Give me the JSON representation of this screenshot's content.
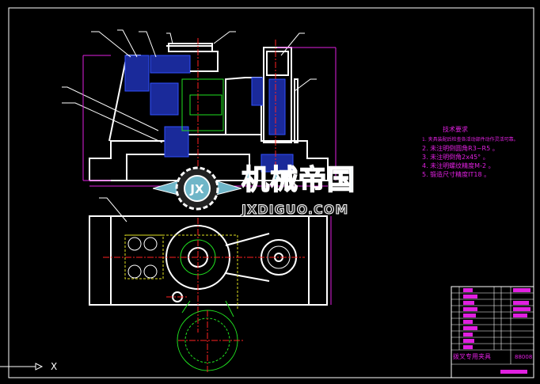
{
  "viewer": {
    "background": "#000000",
    "line_color": "#ffffff",
    "dimension_color": "#e020e0",
    "centerline_color": "#ff2020"
  },
  "technical_requirements": {
    "title": "技术要求",
    "items": [
      "1. 夹具装配后检查各活动部件动作灵活可靠。",
      "2. 未注明倒圆角R3~R5 。",
      "3. 未注明倒角2x45° 。",
      "4. 未注明螺纹精度M-2 。",
      "5. 锻造尺寸精度IT18 。"
    ]
  },
  "title_block": {
    "drawing_name": "拨叉专用夹具",
    "drawing_code": "88008"
  },
  "watermark": {
    "brand_cn": "机械帝国",
    "brand_url": "JXDIGUO.COM",
    "logo_text": "JX"
  },
  "ucs": {
    "x_label": "X"
  }
}
